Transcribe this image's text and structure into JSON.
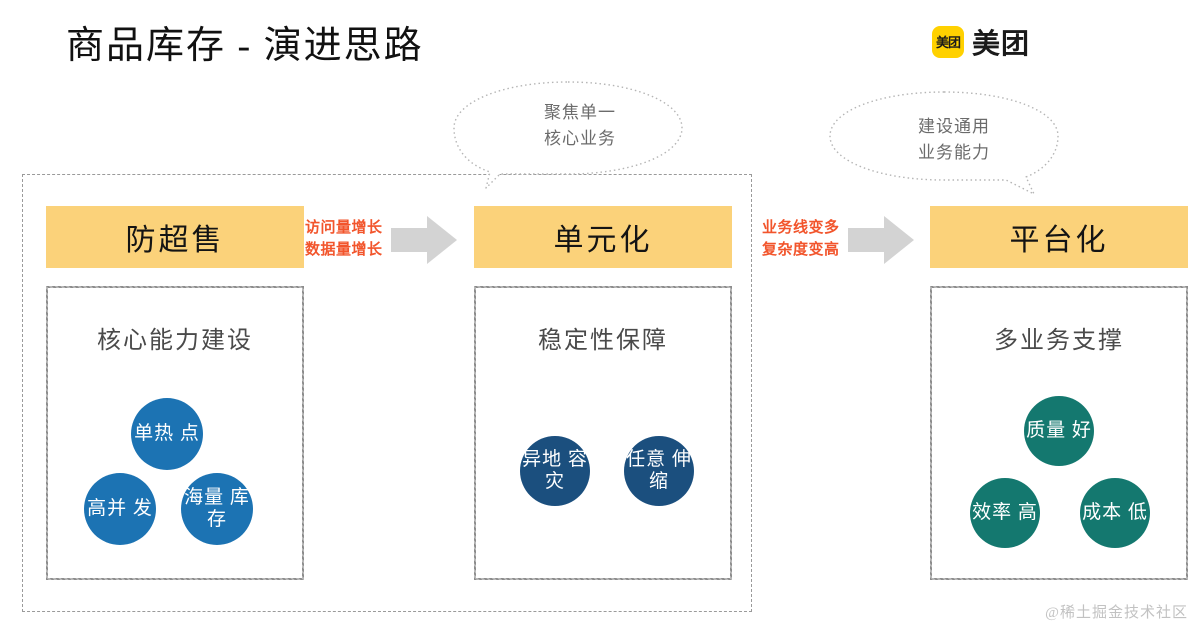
{
  "title": "商品库存 - 演进思路",
  "brand": {
    "mark_text": "美团",
    "name": "美团"
  },
  "callouts": [
    {
      "id": "focus-core-business",
      "text": "聚焦单一\n核心业务",
      "tail": "down-left"
    },
    {
      "id": "build-general-capability",
      "text": "建设通用\n业务能力",
      "tail": "down-right"
    }
  ],
  "transitions": [
    {
      "id": "growth",
      "label": "访问量增长\n数据量增长",
      "arrow": "right-arrow-icon"
    },
    {
      "id": "complexity",
      "label": "业务线变多\n复杂度变高",
      "arrow": "right-arrow-icon"
    }
  ],
  "stages": [
    {
      "id": "anti-oversell",
      "header": "防超售",
      "subtitle": "核心能力建设",
      "circle_color": "#1C73B3",
      "circles": [
        "单热\n点",
        "高并\n发",
        "海量\n库存"
      ]
    },
    {
      "id": "unitization",
      "header": "单元化",
      "subtitle": "稳定性保障",
      "circle_color": "#1B4F7E",
      "circles": [
        "异地\n容灾",
        "任意\n伸缩"
      ]
    },
    {
      "id": "platformization",
      "header": "平台化",
      "subtitle": "多业务支撑",
      "circle_color": "#14786F",
      "circles": [
        "质量\n好",
        "效率\n高",
        "成本\n低"
      ]
    }
  ],
  "colors": {
    "header_yellow": "#FBD27A",
    "accent_red": "#F2552C",
    "brand_yellow": "#FFD100",
    "frame_gray": "#9a9a9a"
  },
  "watermark": "@稀土掘金技术社区"
}
